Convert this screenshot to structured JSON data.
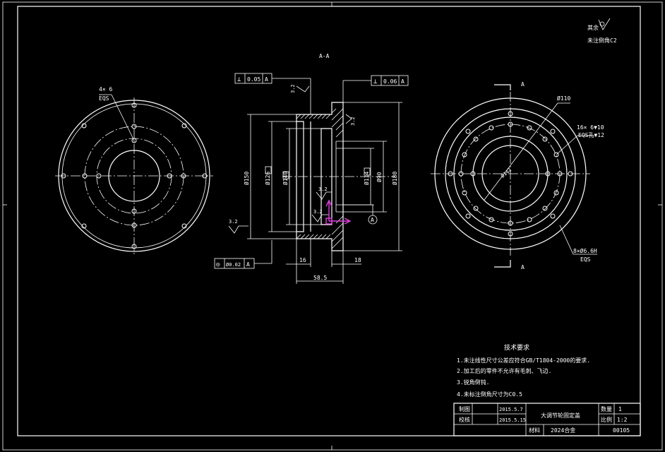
{
  "section_label": "A-A",
  "view_marks": {
    "top": "A",
    "bottom": "A",
    "datum": "A"
  },
  "corner_note": {
    "roughness": "其余",
    "chamfer": "未注倒角C2"
  },
  "left_view": {
    "holes_note": "4× 6",
    "holes_note2": "EQS"
  },
  "right_view": {
    "diameter": "Ø110",
    "pcd_label": "Ø142",
    "holes_note": "16× 6▼10",
    "holes_note2": "EQS孔▼12",
    "holes_note3": "8×Ø6.6H",
    "holes_note4": "EQS"
  },
  "section": {
    "tol_top_left": [
      "⊥",
      "0.05",
      "A"
    ],
    "tol_top_right": [
      "⊥",
      "0.06",
      "A"
    ],
    "tol_bottom": [
      "◎",
      "Ø0.02",
      "A"
    ],
    "dim_d150": "Ø150",
    "dim_d126": "Ø126",
    "dim_d140": "Ø140",
    "dim_d180": "Ø180",
    "dim_d90": "Ø90",
    "dim_d114": "Ø114",
    "dim_16": "16",
    "dim_18": "18",
    "dim_58": "58.5",
    "rough": [
      "3.2",
      "3.2",
      "3.2",
      "3.2",
      "3.2"
    ]
  },
  "tech_requirements": {
    "title": "技术要求",
    "items": [
      "1.未注线性尺寸公差应符合GB/T1804-2000的要求.",
      "2.加工后的零件不允许有毛刺、飞边.",
      "3.锐角倒钝.",
      "4.未标注倒角尺寸为C0.5"
    ]
  },
  "title_block": {
    "row1_label": "制图",
    "row1_date": "2015.5.7",
    "row2_label": "校核",
    "row2_date": "2015.5.15",
    "part_name": "大调节轮固定盖",
    "qty_label": "数量",
    "qty_value": "1",
    "scale_label": "比例",
    "scale_value": "1:2",
    "material_label": "材料",
    "material_value": "2024合金",
    "drawing_no": "00105"
  }
}
